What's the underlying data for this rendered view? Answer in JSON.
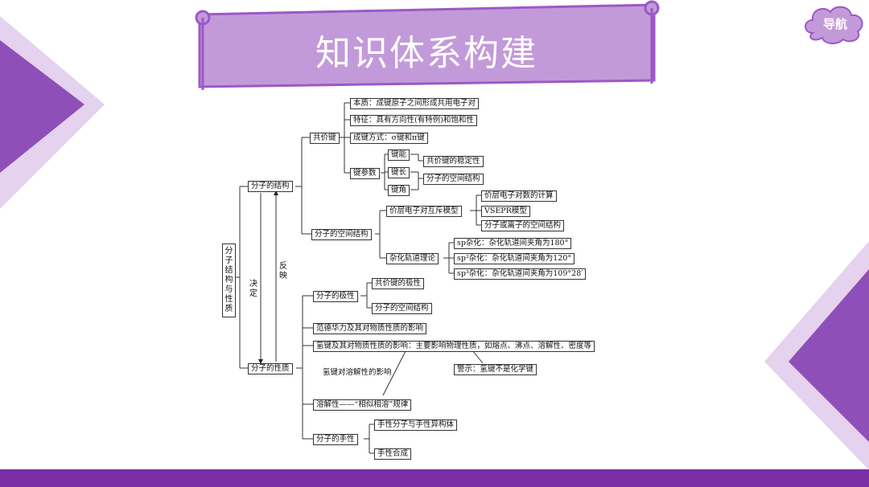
{
  "header": {
    "title": "知识体系构建",
    "nav_label": "导航"
  },
  "colors": {
    "banner_fill": "#c39ad9",
    "banner_edge": "#9b59c6",
    "deco_dark": "#8e4fb8",
    "deco_light": "#e4d2ee",
    "bottom_bar": "#7a2fa6"
  },
  "diagram": {
    "root": "分子结构与性质",
    "decide": "决定",
    "reflect": "反映",
    "structure": "分子的结构",
    "covalent_bond": "共价键",
    "essence": "本质：成键原子之间形成共用电子对",
    "feature": "特征：具有方向性(有特例)和饱和性",
    "bond_mode": "成键方式：σ键和π键",
    "bond_params": "键参数",
    "bond_energy": "键能",
    "bond_length": "键长",
    "bond_angle": "键角",
    "stability": "共价键的稳定性",
    "spatial": "分子的空间结构",
    "mol_spatial": "分子的空间结构",
    "vsepr_theory": "价层电子对互斥模型",
    "vsepr_count": "价层电子对数的计算",
    "vsepr_model": "VSEPR模型",
    "mol_ion_spatial": "分子或离子的空间结构",
    "hybrid_theory": "杂化轨道理论",
    "sp": "sp杂化：杂化轨道间夹角为180°",
    "sp2": "sp²杂化：杂化轨道间夹角为120°",
    "sp3": "sp³杂化：杂化轨道间夹角为109°28′",
    "properties": "分子的性质",
    "polarity": "分子的极性",
    "bond_polarity": "共价键的极性",
    "polarity_spatial": "分子的空间结构",
    "vdw": "范德华力及其对物质性质的影响",
    "hbond": "氢键及其对物质性质的影响：主要影响物理性质，如熔点、沸点、溶解性、密度等",
    "hbond_solubility": "氢键对溶解性的影响",
    "warning": "警示：氢键不是化学键",
    "solubility": "溶解性——“相似相溶”规律",
    "chirality": "分子的手性",
    "chiral_isomer": "手性分子与手性异构体",
    "chiral_synthesis": "手性合成"
  }
}
